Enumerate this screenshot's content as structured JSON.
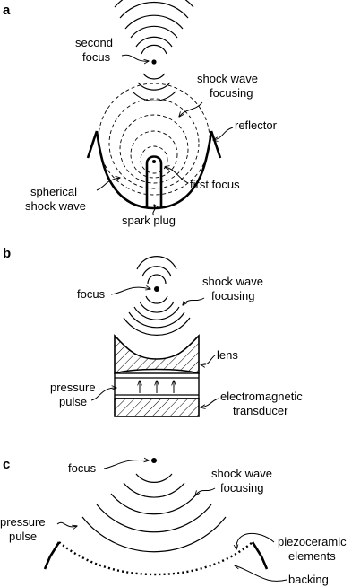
{
  "panels": {
    "a": {
      "letter": "a",
      "labels": {
        "second_focus_1": "second",
        "second_focus_2": "focus",
        "focusing_1": "shock wave",
        "focusing_2": "focusing",
        "reflector": "reflector",
        "spherical_1": "spherical",
        "spherical_2": "shock wave",
        "first_focus": "first focus",
        "spark_plug": "spark plug"
      }
    },
    "b": {
      "letter": "b",
      "labels": {
        "focus": "focus",
        "focusing_1": "shock wave",
        "focusing_2": "focusing",
        "lens": "lens",
        "pressure_1": "pressure",
        "pressure_2": "pulse",
        "transducer_1": "electromagnetic",
        "transducer_2": "transducer"
      }
    },
    "c": {
      "letter": "c",
      "labels": {
        "focus": "focus",
        "focusing_1": "shock wave",
        "focusing_2": "focusing",
        "pressure_1": "pressure",
        "pressure_2": "pulse",
        "piezo_1": "piezoceramic",
        "piezo_2": "elements",
        "backing": "backing"
      }
    }
  }
}
